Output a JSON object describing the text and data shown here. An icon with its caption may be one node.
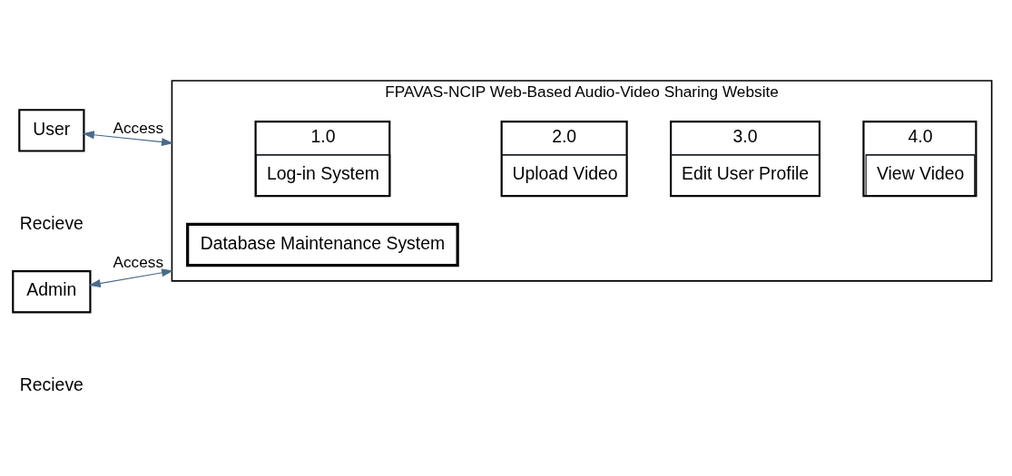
{
  "diagram": {
    "nodes": [
      {
        "text": [
          "FPAVAS-NCIP Web-Based Audio-Video Sharing Website"
        ]
      },
      {
        "text": [
          "1.0",
          "Log-in System"
        ],
        "in": 0
      },
      {
        "text": [
          "2.0",
          "Upload Video"
        ],
        "in": 0
      },
      {
        "text": [
          "3.0",
          "Edit User Profile"
        ],
        "in": 0
      },
      {
        "text": [
          "4.0",
          "View Video"
        ],
        "in": 0
      },
      {
        "text": [
          "Database Maintenance System"
        ],
        "in": 0
      },
      {
        "text": [
          "User"
        ]
      },
      {
        "text": [
          "Admin"
        ]
      }
    ],
    "edges": [
      {
        "from": 6,
        "to": 0,
        "arrow": "both",
        "label": "Access",
        "color": "#4a6a8a"
      },
      {
        "from": 7,
        "to": 0,
        "arrow": "both",
        "label": "Access",
        "color": "#4a6a8a"
      }
    ],
    "labels": [
      "Recieve",
      "Recieve"
    ]
  }
}
